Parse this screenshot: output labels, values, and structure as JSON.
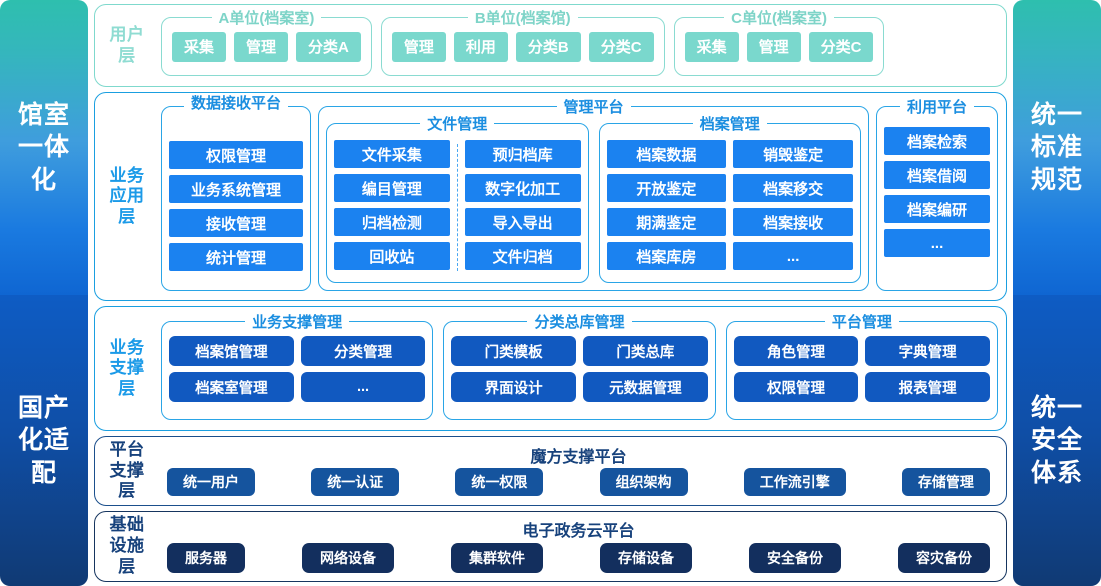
{
  "rails": {
    "left": [
      {
        "text": "馆室一体化"
      },
      {
        "text": "国产化适配"
      }
    ],
    "right": [
      {
        "text": "统一标准规范"
      },
      {
        "text": "统一安全体系"
      }
    ]
  },
  "colors": {
    "teal": "#7ad8cd",
    "app_blue": "#1b82f0",
    "support_blue": "#1159c0",
    "platform_blue": "#15549e",
    "infra_navy": "#132f5e",
    "border_blue": "#2aa5e6",
    "border_teal": "#8adbd1",
    "title_blue": "#1b8ee0",
    "title_navy": "#17427c"
  },
  "layers": {
    "user": {
      "label": "用户层",
      "groups": [
        {
          "title": "A单位(档案室)",
          "items": [
            "采集",
            "管理",
            "分类A"
          ]
        },
        {
          "title": "B单位(档案馆)",
          "items": [
            "管理",
            "利用",
            "分类B",
            "分类C"
          ]
        },
        {
          "title": "C单位(档案室)",
          "items": [
            "采集",
            "管理",
            "分类C"
          ]
        }
      ]
    },
    "app": {
      "label": "业务应用层",
      "receive": {
        "title": "数据接收平台",
        "items": [
          "权限管理",
          "业务系统管理",
          "接收管理",
          "统计管理"
        ]
      },
      "management": {
        "title": "管理平台",
        "file": {
          "title": "文件管理",
          "col1": [
            "文件采集",
            "编目管理",
            "归档检测",
            "回收站"
          ],
          "col2": [
            "预归档库",
            "数字化加工",
            "导入导出",
            "文件归档"
          ]
        },
        "archive": {
          "title": "档案管理",
          "col1": [
            "档案数据",
            "开放鉴定",
            "期满鉴定",
            "档案库房"
          ],
          "col2": [
            "销毁鉴定",
            "档案移交",
            "档案接收",
            "..."
          ]
        }
      },
      "use": {
        "title": "利用平台",
        "items": [
          "档案检索",
          "档案借阅",
          "档案编研",
          "..."
        ]
      }
    },
    "support": {
      "label": "业务支撑层",
      "groups": [
        {
          "title": "业务支撑管理",
          "items": [
            "档案馆管理",
            "分类管理",
            "档案室管理",
            "..."
          ]
        },
        {
          "title": "分类总库管理",
          "items": [
            "门类模板",
            "门类总库",
            "界面设计",
            "元数据管理"
          ]
        },
        {
          "title": "平台管理",
          "items": [
            "角色管理",
            "字典管理",
            "权限管理",
            "报表管理"
          ]
        }
      ]
    },
    "platform": {
      "label": "平台支撑层",
      "title": "魔方支撑平台",
      "items": [
        "统一用户",
        "统一认证",
        "统一权限",
        "组织架构",
        "工作流引擎",
        "存储管理"
      ]
    },
    "infra": {
      "label": "基础设施层",
      "title": "电子政务云平台",
      "items": [
        "服务器",
        "网络设备",
        "集群软件",
        "存储设备",
        "安全备份",
        "容灾备份"
      ]
    }
  }
}
